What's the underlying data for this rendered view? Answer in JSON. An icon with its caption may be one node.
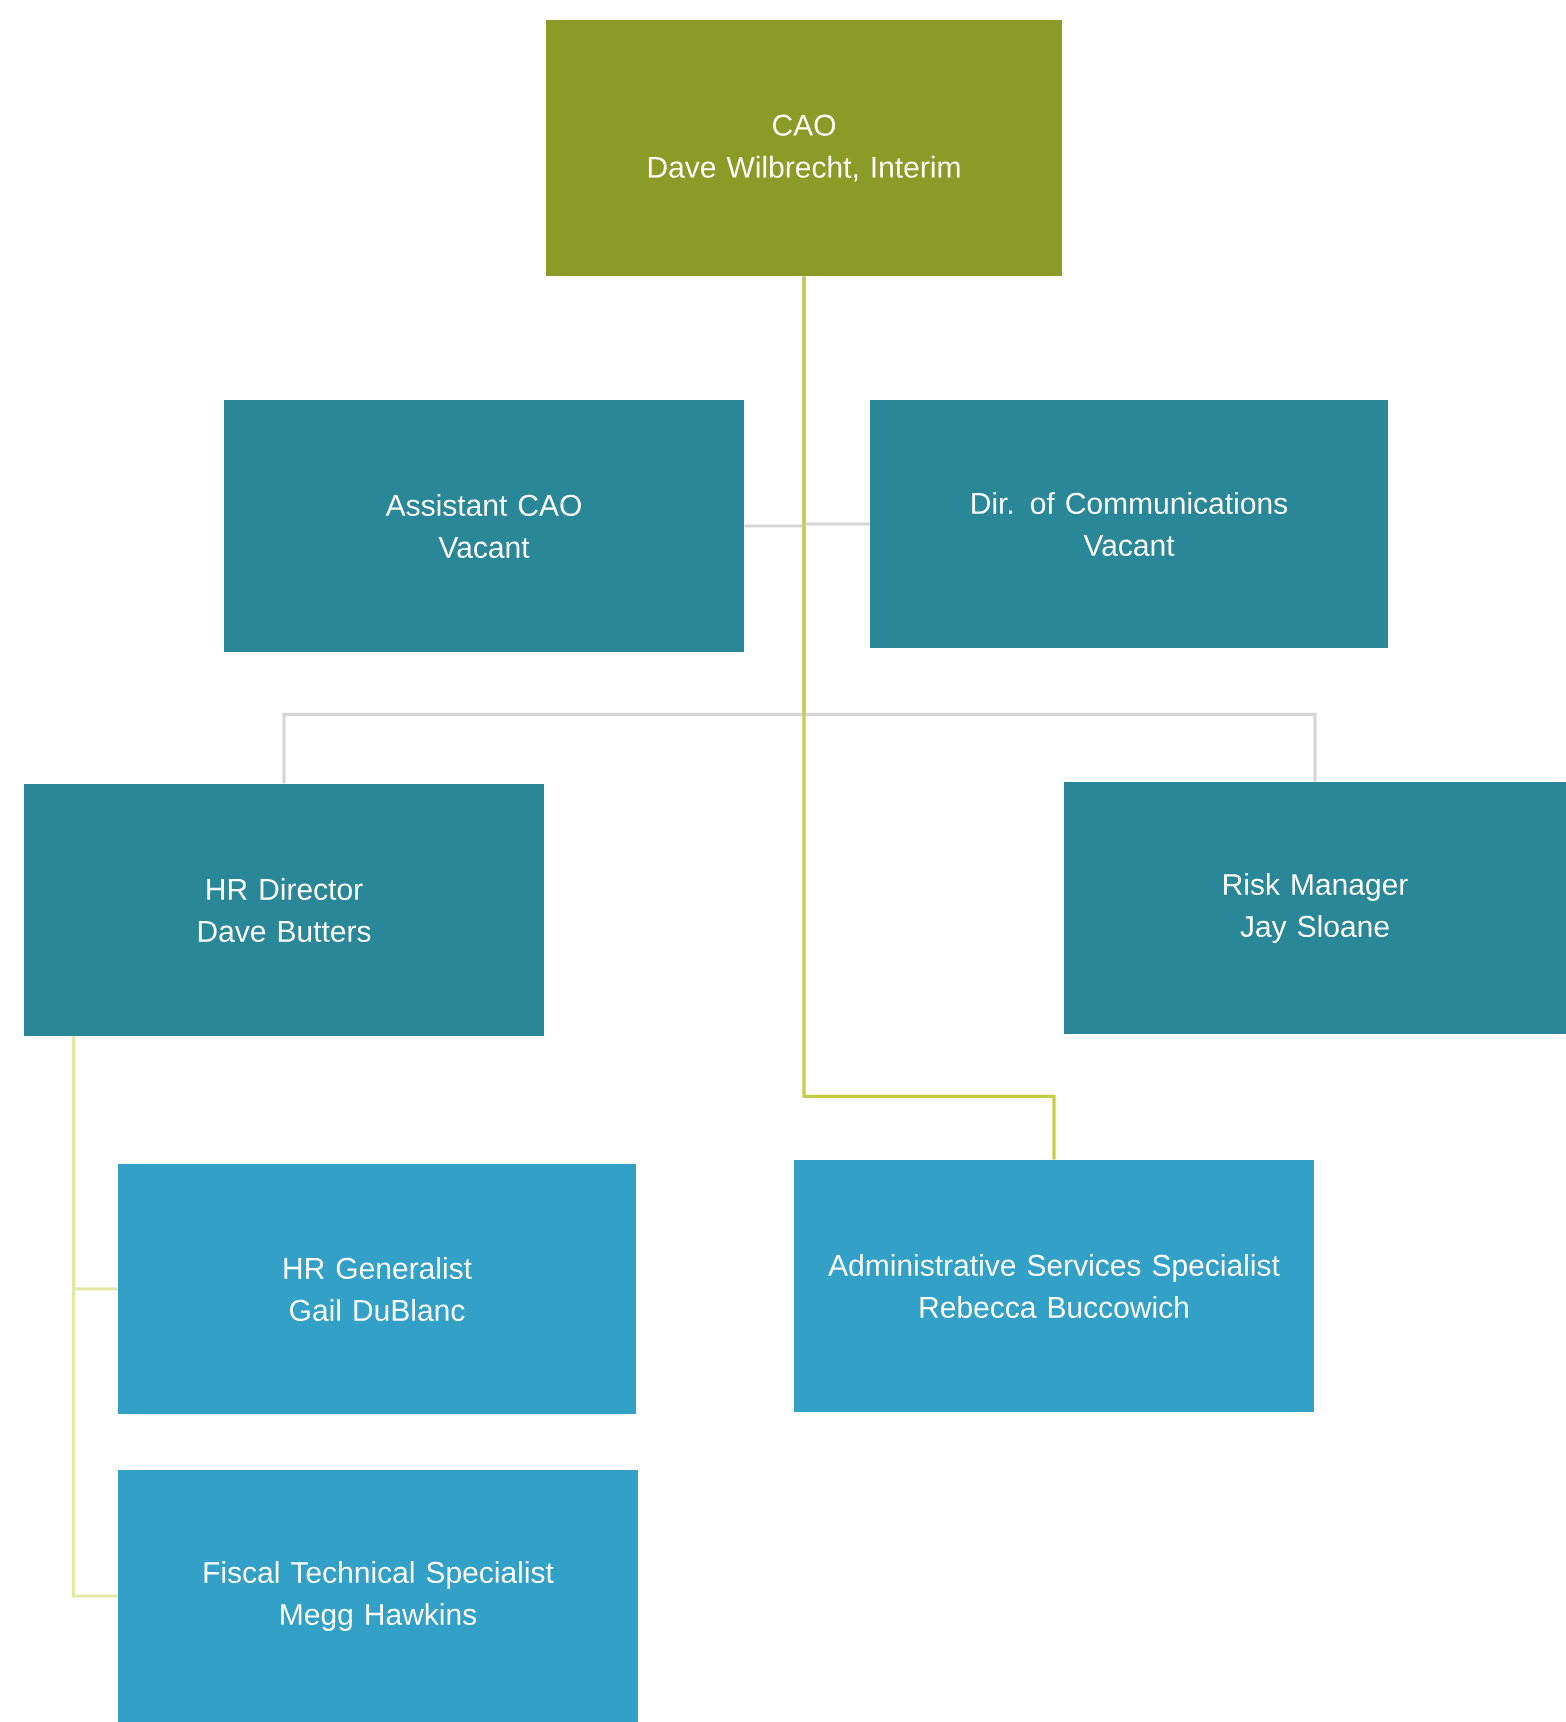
{
  "diagram": {
    "nodes": [
      {
        "text": [
          "CAO",
          "Dave Wilbrecht, Interim"
        ]
      },
      {
        "text": [
          "Assistant CAO",
          "Vacant"
        ]
      },
      {
        "text": [
          "Dir. of Communications",
          "Vacant"
        ]
      },
      {
        "text": [
          "HR Director",
          "Dave Butters"
        ]
      },
      {
        "text": [
          "Risk Manager",
          "Jay Sloane"
        ]
      },
      {
        "text": [
          "HR Generalist",
          "Gail DuBlanc"
        ]
      },
      {
        "text": [
          "Fiscal Technical Specialist",
          "Megg Hawkins"
        ]
      },
      {
        "text": [
          "Administrative Services Specialist",
          "Rebecca Buccowich"
        ]
      }
    ],
    "edges": [
      {
        "from": 0,
        "to": 1,
        "arrow": "none"
      },
      {
        "from": 0,
        "to": 2,
        "arrow": "none"
      },
      {
        "from": 0,
        "to": 3,
        "arrow": "none"
      },
      {
        "from": 0,
        "to": 4,
        "arrow": "none"
      },
      {
        "from": 0,
        "to": 7,
        "arrow": "none",
        "color": "#c5cc45"
      },
      {
        "from": 3,
        "to": 5,
        "arrow": "none",
        "color": "#e4e8a6"
      },
      {
        "from": 3,
        "to": 6,
        "arrow": "none",
        "color": "#e4e8a6"
      }
    ]
  }
}
